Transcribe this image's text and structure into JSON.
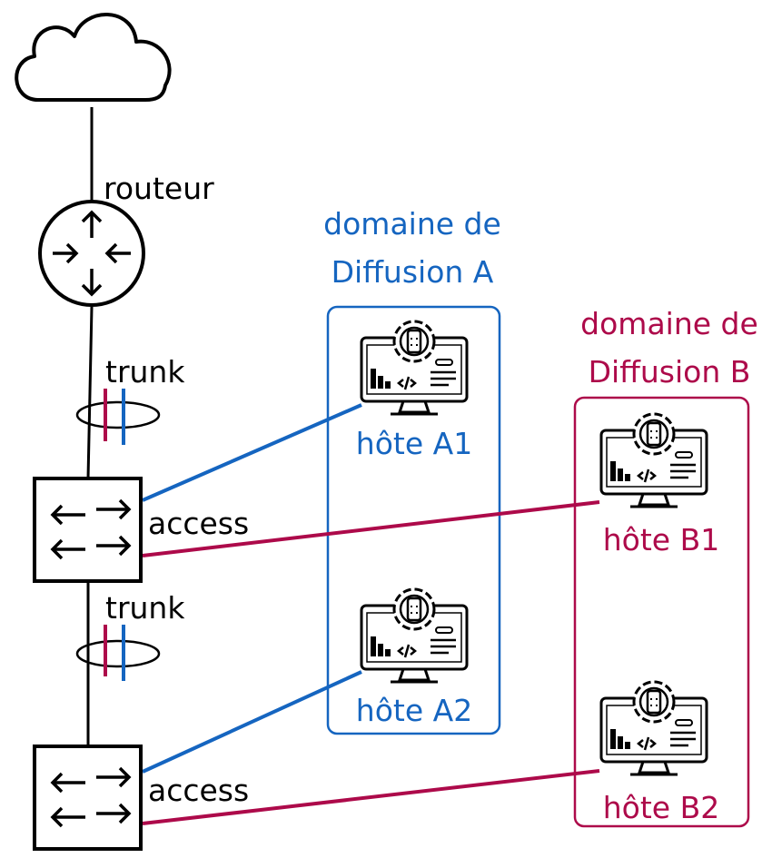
{
  "labels": {
    "router": "routeur",
    "trunk_top": "trunk",
    "trunk_bottom": "trunk",
    "access_top": "access",
    "access_bottom": "access",
    "domain_a_line1": "domaine de",
    "domain_a_line2": "Diffusion A",
    "domain_b_line1": "domaine de",
    "domain_b_line2": "Diffusion B",
    "host_a1": "hôte A1",
    "host_a2": "hôte A2",
    "host_b1": "hôte B1",
    "host_b2": "hôte B2"
  },
  "colors": {
    "domain_a": "#1565c0",
    "domain_b": "#ad0a4a",
    "line": "#000000"
  },
  "icons": {
    "cloud": "cloud-icon",
    "router": "router-icon",
    "switch": "switch-icon",
    "host": "computer-gear-icon"
  }
}
